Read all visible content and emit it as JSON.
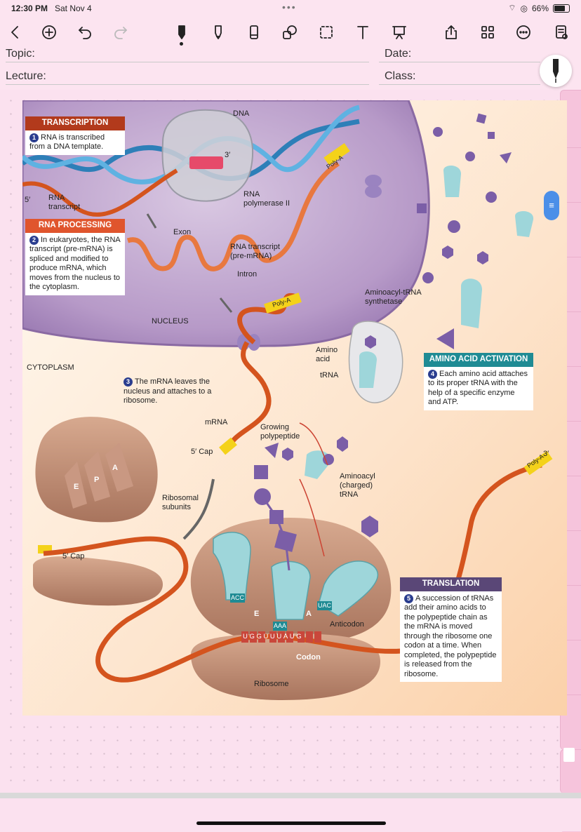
{
  "status": {
    "time": "12:30 PM",
    "date": "Sat Nov 4",
    "battery": "66%"
  },
  "header": {
    "topic": "Topic:",
    "date": "Date:",
    "lecture": "Lecture:",
    "class": "Class:"
  },
  "toolbar": {
    "icons": [
      "back-chevron-icon",
      "add-icon",
      "undo-icon",
      "redo-icon",
      "pen-icon",
      "highlighter-icon",
      "eraser-icon",
      "shapes-icon",
      "lasso-icon",
      "text-icon",
      "presentation-icon",
      "share-icon",
      "grid-icon",
      "more-icon",
      "notes-icon"
    ]
  },
  "figure": {
    "transcription": {
      "title": "TRANSCRIPTION",
      "num": "1",
      "text": "RNA is transcribed from a DNA template."
    },
    "processing": {
      "title": "RNA PROCESSING",
      "num": "2",
      "text": "In eukaryotes, the RNA transcript (pre-mRNA) is spliced and modified to produce mRNA, which moves from the nucleus to the cytoplasm."
    },
    "activation": {
      "title": "AMINO ACID ACTIVATION",
      "num": "4",
      "text": "Each amino acid attaches to its proper tRNA with the help of a specific enzyme and ATP."
    },
    "translation": {
      "title": "TRANSLATION",
      "num": "5",
      "text": "A succession of tRNAs add their amino acids to the polypeptide chain as the mRNA is moved through the ribosome one codon at a time. When completed, the polypeptide is released from the ribosome."
    },
    "step3": {
      "num": "3",
      "text": "The mRNA leaves the nucleus and attaches to a ribosome."
    },
    "labels": {
      "dna": "DNA",
      "three_prime_top": "3′",
      "five_prime": "5′",
      "rna_transcript": "RNA transcript",
      "rna_polymerase": "RNA polymerase II",
      "poly_a_1": "Poly-A",
      "exon": "Exon",
      "rna_transcript_pre": "RNA transcript (pre-mRNA)",
      "intron": "Intron",
      "nucleus": "NUCLEUS",
      "poly_a_2": "Poly-A",
      "cytoplasm": "CYTOPLASM",
      "synthetase": "Aminoacyl-tRNA synthetase",
      "amino_acid": "Amino acid",
      "trna": "tRNA",
      "mrna": "mRNA",
      "five_cap_1": "5′ Cap",
      "growing": "Growing polypeptide",
      "aminoacyl": "Aminoacyl (charged) tRNA",
      "three_prime_right": "3′",
      "poly_a_3": "Poly-A",
      "ribosomal_subunits": "Ribosomal subunits",
      "five_cap_2": "5′ Cap",
      "site_e": "E",
      "site_p": "P",
      "site_a": "A",
      "site_e2": "E",
      "site_a2": "A",
      "anticodon": "Anticodon",
      "codon": "Codon",
      "ribosome": "Ribosome",
      "mrna_seq": "UGGUUUAUG",
      "anticodon_1": "ACC",
      "anticodon_2": "AAA",
      "anticodon_3": "UAC"
    }
  },
  "colors": {
    "transcription": "#b23a1c",
    "processing": "#e0552d",
    "activation": "#1f8b94",
    "translation": "#5a4777",
    "nucleus": "#b79ac8",
    "ribosome": "#b98871",
    "mrna": "#d4541e"
  }
}
